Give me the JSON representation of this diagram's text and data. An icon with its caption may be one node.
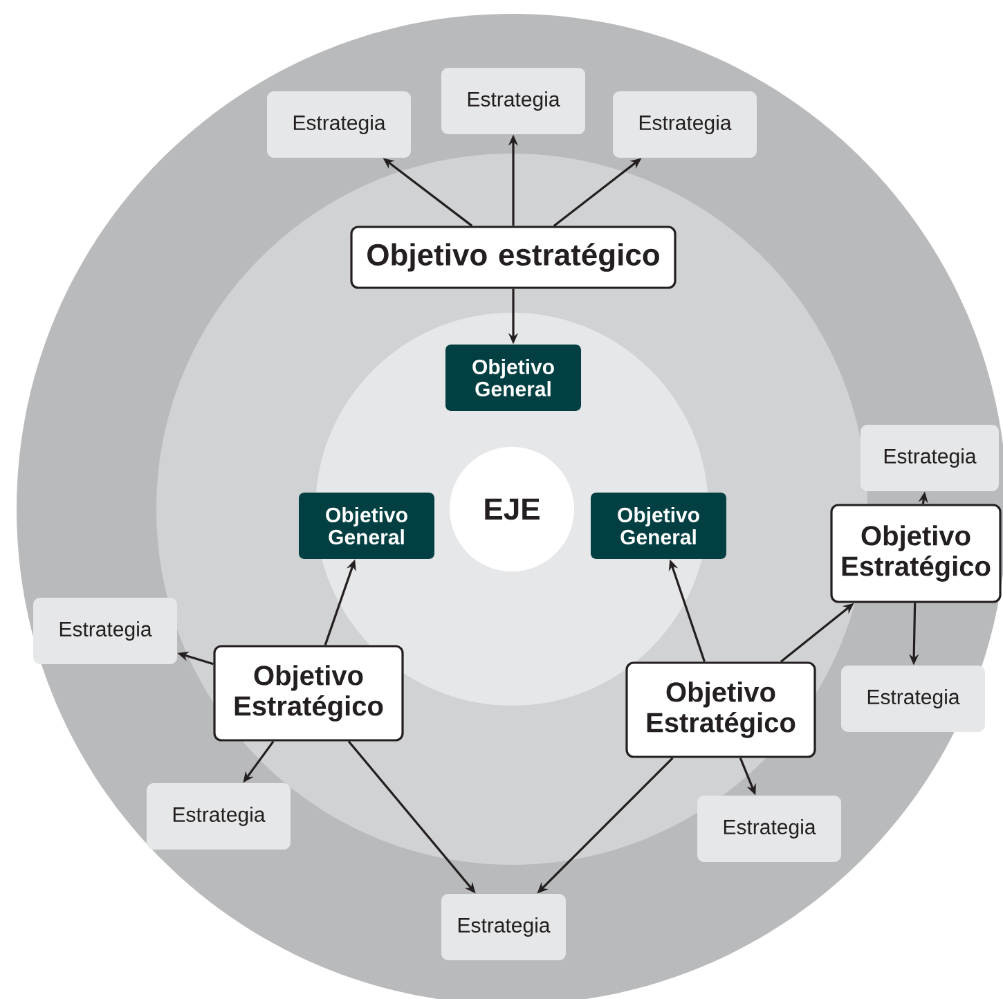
{
  "diagram": {
    "nodes": [
      {
        "text": [
          "EJE"
        ]
      },
      {
        "text": [
          "Objetivo estratégico"
        ]
      },
      {
        "text": [
          "Estrategia"
        ]
      },
      {
        "text": [
          "Estrategia"
        ]
      },
      {
        "text": [
          "Estrategia"
        ]
      },
      {
        "text": [
          "Objetivo General"
        ]
      },
      {
        "text": [
          "Objetivo General"
        ]
      },
      {
        "text": [
          "Objetivo Estratégico"
        ]
      },
      {
        "text": [
          "Estrategia"
        ]
      },
      {
        "text": [
          "Estrategia"
        ]
      },
      {
        "text": [
          "Estrategia"
        ]
      },
      {
        "text": [
          "Objetivo General"
        ]
      },
      {
        "text": [
          "Objetivo Estratégico"
        ]
      },
      {
        "text": [
          "Estrategia"
        ]
      },
      {
        "text": [
          "Objetivo Estratégico"
        ]
      },
      {
        "text": [
          "Estrategia"
        ]
      },
      {
        "text": [
          "Estrategia"
        ]
      }
    ],
    "edges": [
      {
        "from": 1,
        "to": 2,
        "arrow": "to"
      },
      {
        "from": 1,
        "to": 3,
        "arrow": "to"
      },
      {
        "from": 1,
        "to": 4,
        "arrow": "to"
      },
      {
        "from": 1,
        "to": 5,
        "arrow": "to"
      },
      {
        "from": 7,
        "to": 6,
        "arrow": "to"
      },
      {
        "from": 7,
        "to": 8,
        "arrow": "to"
      },
      {
        "from": 7,
        "to": 9,
        "arrow": "to"
      },
      {
        "from": 7,
        "to": 10,
        "arrow": "to"
      },
      {
        "from": 12,
        "to": 11,
        "arrow": "to"
      },
      {
        "from": 12,
        "to": 14,
        "arrow": "to"
      },
      {
        "from": 12,
        "to": 13,
        "arrow": "to"
      },
      {
        "from": 12,
        "to": 10,
        "arrow": "to"
      },
      {
        "from": 14,
        "to": 15,
        "arrow": "to"
      },
      {
        "from": 14,
        "to": 16,
        "arrow": "to"
      }
    ]
  }
}
